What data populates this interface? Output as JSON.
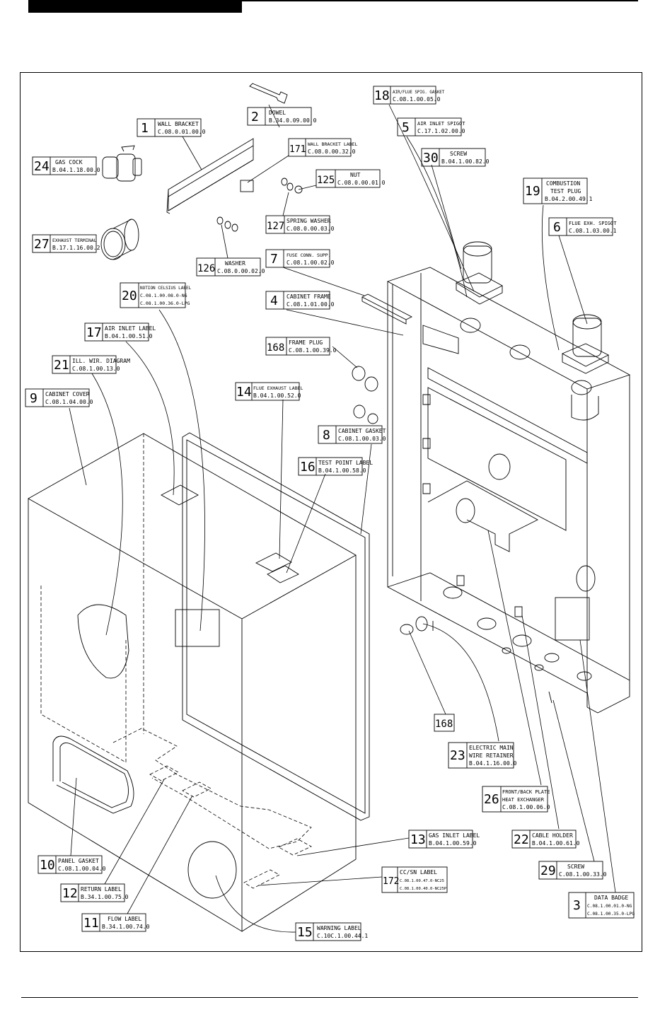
{
  "callouts": [
    {
      "num": "2",
      "name": "DOWEL",
      "code": "B.34.0.09.00.0"
    },
    {
      "num": "1",
      "name": "WALL  BRACKET",
      "code": "C.08.0.01.00.0"
    },
    {
      "num": "171",
      "name": "WALL BRACKET LABEL",
      "code": "C.08.0.00.32.0"
    },
    {
      "num": "24",
      "name": "GAS COCK",
      "code": "B.04.1.18.00.0"
    },
    {
      "num": "125",
      "name": "NUT",
      "code": "C.08.0.00.01.0"
    },
    {
      "num": "127",
      "name": "SPRING  WASHER",
      "code": "C.08.0.00.03.0"
    },
    {
      "num": "27",
      "name": "EXHAUST TERMINAL",
      "code": "B.17.1.16.00.2"
    },
    {
      "num": "126",
      "name": "WASHER",
      "code": "C.08.0.00.02.0"
    },
    {
      "num": "7",
      "name": "FUSE CONN. SUPP.",
      "code": "C.08.1.00.02.0"
    },
    {
      "num": "20",
      "name": "NOTION CELSIUS LABEL",
      "code": "C.08.1.00.08.0-NG",
      "code2": "C.08.1.00.36.0-LPG"
    },
    {
      "num": "4",
      "name": "CABINET  FRAME",
      "code": "C.08.1.01.00.0"
    },
    {
      "num": "17",
      "name": "AIR INLET LABEL",
      "code": "B.04.1.00.51.0"
    },
    {
      "num": "168",
      "name": "FRAME PLUG",
      "code": "C.08.1.00.39.0"
    },
    {
      "num": "21",
      "name": "ILL. WIR. DIAGRAM",
      "code": "C.08.1.00.13.0"
    },
    {
      "num": "9",
      "name": "CABINET COVER",
      "code": "C.08.1.04.00.0"
    },
    {
      "num": "14",
      "name": "FLUE EXHAUST LABEL",
      "code": "B.04.1.00.52.0"
    },
    {
      "num": "8",
      "name": "CABINET GASKET",
      "code": "C.08.1.00.03.0"
    },
    {
      "num": "16",
      "name": "TEST POINT LABEL",
      "code": "B.04.1.00.58.0"
    },
    {
      "num": "18",
      "name": "AIR/FLUE SPIG. GASKET",
      "code": "C.08.1.00.05.0"
    },
    {
      "num": "5",
      "name": "AIR INLET SPIGOT",
      "code": "C.17.1.02.00.0"
    },
    {
      "num": "30",
      "name": "SCREW",
      "code": "B.04.1.00.82.0"
    },
    {
      "num": "19",
      "name": "COMBUSTION",
      "name2": "TEST PLUG",
      "code": "B.04.2.00.49.1"
    },
    {
      "num": "6",
      "name": "FLUE EXH. SPIGOT",
      "code": "C.08.1.03.00.1"
    },
    {
      "num": "168",
      "name": "",
      "code": ""
    },
    {
      "num": "23",
      "name": "ELECTRIC MAIN",
      "name2": "WIRE RETAINER",
      "code": "B.04.1.16.00.0"
    },
    {
      "num": "26",
      "name": "FRONT/BACK PLATE",
      "name2": "HEAT EXCHANGER",
      "code": "C.08.1.00.06.0"
    },
    {
      "num": "22",
      "name": "CABLE HOLDER",
      "code": "B.04.1.00.61.0"
    },
    {
      "num": "13",
      "name": "GAS INLET LABEL",
      "code": "B.04.1.00.59.0"
    },
    {
      "num": "29",
      "name": "SCREW",
      "code": "C.08.1.00.33.0"
    },
    {
      "num": "10",
      "name": "PANEL GASKET",
      "code": "C.08.1.00.04.0"
    },
    {
      "num": "172",
      "name": "CC/SN LABEL",
      "code": "C.08.1.00.47.0-NC25",
      "code2": "C.08.1.00.40.0-NC25P"
    },
    {
      "num": "12",
      "name": "RETURN LABEL",
      "code": "B.34.1.00.75.0"
    },
    {
      "num": "3",
      "name": "DATA  BADGE",
      "code": "C.08.1.00.01.0-NG",
      "code2": "C.08.1.00.35.0-LPG"
    },
    {
      "num": "11",
      "name": "FLOW LABEL",
      "code": "B.34.1.00.74.0"
    },
    {
      "num": "15",
      "name": "WARNING LABEL",
      "code": "C.10C.1.00.44.1"
    }
  ]
}
